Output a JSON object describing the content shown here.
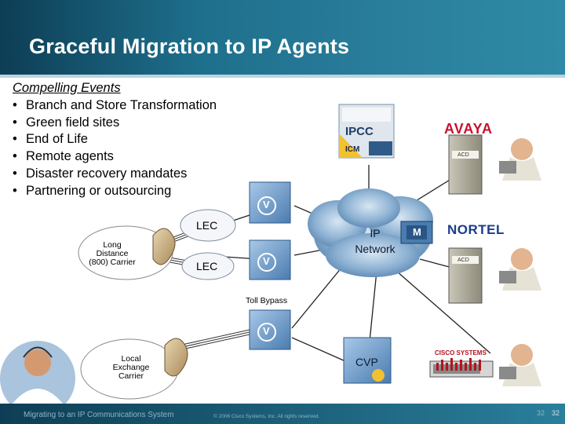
{
  "slide": {
    "title": "Graceful Migration to IP Agents"
  },
  "events": {
    "heading": "Compelling Events",
    "items": [
      "Branch and Store Transformation",
      "Green field sites",
      "End of Life",
      "Remote agents",
      "Disaster recovery mandates",
      "Partnering or outsourcing"
    ]
  },
  "diagram": {
    "ipcc_label": "IPCC",
    "icm_label": "ICM",
    "avaya_logo": "AVAYA",
    "nortel_logo": "NORTEL",
    "cisco_logo": "CISCO SYSTEMS",
    "acd_label": "ACD",
    "acd_label_2": "ACD",
    "lec_top": "LEC",
    "lec_mid": "LEC",
    "ip_network_line1": "IP",
    "ip_network_line2": "Network",
    "m_label": "M",
    "long_distance_line1": "Long",
    "long_distance_line2": "Distance",
    "long_distance_line3": "(800) Carrier",
    "toll_bypass": "Toll Bypass",
    "local_exchange_line1": "Local",
    "local_exchange_line2": "Exchange",
    "local_exchange_line3": "Carrier",
    "cvp_label": "CVP",
    "router_v": "V"
  },
  "footer": {
    "left_text": "Migrating to an IP Communications System",
    "copyright": "© 2006 Cisco Systems, Inc. All rights reserved.",
    "page_faded": "32",
    "page": "32"
  },
  "colors": {
    "header_dark": "#0d3e55",
    "header_light": "#2e8aa6",
    "cloud_blue": "#6b9bc4",
    "avaya_red": "#c8102e",
    "nortel_blue": "#1a3c8c",
    "cisco_red": "#b5121b",
    "router_blue": "#6a9ccc"
  }
}
